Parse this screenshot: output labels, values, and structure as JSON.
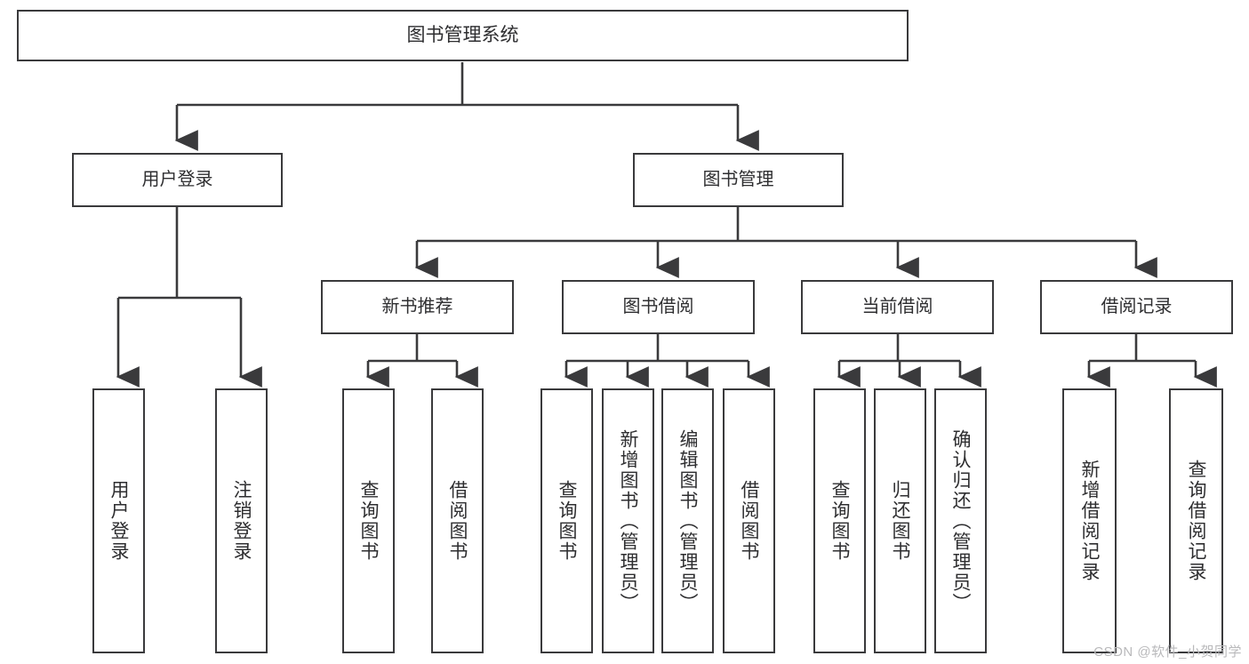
{
  "diagram": {
    "title": "图书管理系统",
    "type": "tree-hierarchy-diagram",
    "colors": {
      "box_border": "#3a3a3c",
      "box_fill": "#ffffff",
      "text": "#2e2e30",
      "connector": "#3a3a3c",
      "watermark": "#b9b9bb",
      "background": "#ffffff"
    },
    "root": {
      "label": "图书管理系统"
    },
    "level2": [
      {
        "label": "用户登录"
      },
      {
        "label": "图书管理"
      }
    ],
    "level3": [
      {
        "label": "新书推荐"
      },
      {
        "label": "图书借阅"
      },
      {
        "label": "当前借阅"
      },
      {
        "label": "借阅记录"
      }
    ],
    "leaves": {
      "user_login": [
        {
          "label": "用户登录"
        },
        {
          "label": "注销登录"
        }
      ],
      "new_book_recommend": [
        {
          "label": "查询图书"
        },
        {
          "label": "借阅图书"
        }
      ],
      "book_borrow": [
        {
          "label": "查询图书"
        },
        {
          "label": "新增图书（管理员）"
        },
        {
          "label": "编辑图书（管理员）"
        },
        {
          "label": "借阅图书"
        }
      ],
      "current_borrow": [
        {
          "label": "查询图书"
        },
        {
          "label": "归还图书"
        },
        {
          "label": "确认归还（管理员）"
        }
      ],
      "borrow_record": [
        {
          "label": "新增借阅记录"
        },
        {
          "label": "查询借阅记录"
        }
      ]
    }
  },
  "watermark": {
    "text": "CSDN @软件_小贺同学"
  }
}
